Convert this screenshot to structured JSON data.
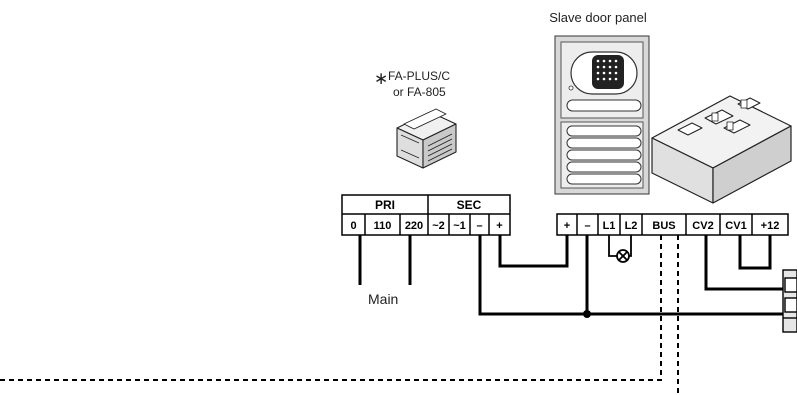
{
  "labels": {
    "slave_panel": "Slave door panel",
    "star": "∗",
    "psu_model_1": "FA-PLUS/C",
    "psu_model_2": "or FA-805",
    "mains": "Main"
  },
  "psu_block": {
    "pri_header": "PRI",
    "sec_header": "SEC",
    "terminals": [
      "0",
      "110",
      "220",
      "~2",
      "~1",
      "–",
      "+"
    ]
  },
  "panel_block": {
    "terminals": [
      "+",
      "–",
      "L1",
      "L2",
      "BUS",
      "CV2",
      "CV1",
      "+12"
    ]
  },
  "icons": [
    "door-panel-icon",
    "power-supply-icon",
    "module-box-icon",
    "lamp-icon",
    "door-lock-icon"
  ]
}
